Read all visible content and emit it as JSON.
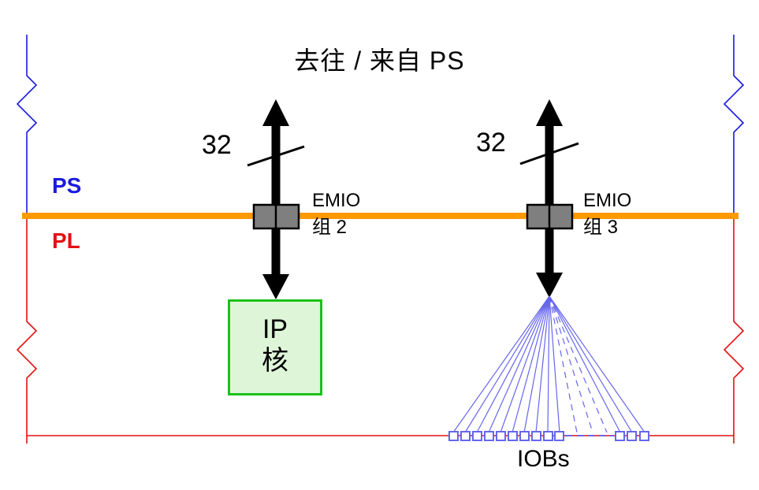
{
  "title": "去往 / 来自 PS",
  "regions": {
    "ps": "PS",
    "pl": "PL"
  },
  "emio_groups": [
    {
      "bus_width": "32",
      "name": "EMIO",
      "group": "组 2"
    },
    {
      "bus_width": "32",
      "name": "EMIO",
      "group": "组 3"
    }
  ],
  "ip_core": {
    "line1": "IP",
    "line2": "核"
  },
  "iobs": {
    "label": "IOBs"
  },
  "colors": {
    "ps_region": "#1a1adf",
    "pl_region": "#e31212",
    "ps_pl_boundary": "#ff9900",
    "ip_border": "#19c219",
    "ip_fill": "#def5d8",
    "iob_lines": "#6666ee",
    "connector_fill": "#7f7f7f"
  }
}
